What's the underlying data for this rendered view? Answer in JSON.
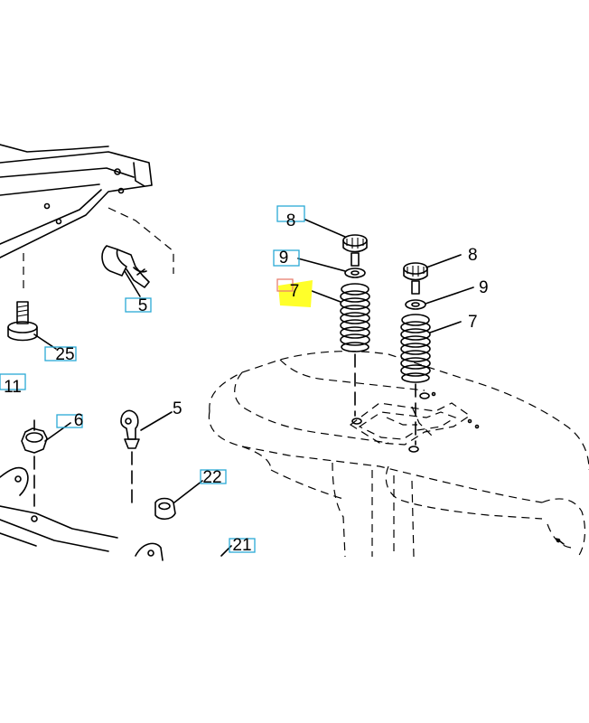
{
  "callouts": [
    {
      "id": "c8a",
      "text": "8",
      "boxed": true
    },
    {
      "id": "c9a",
      "text": "9",
      "boxed": true
    },
    {
      "id": "c7a",
      "text": "7",
      "boxed": true,
      "highlighted": true
    },
    {
      "id": "c8b",
      "text": "8",
      "boxed": false
    },
    {
      "id": "c9b",
      "text": "9",
      "boxed": false
    },
    {
      "id": "c7b",
      "text": "7",
      "boxed": false
    },
    {
      "id": "c5a",
      "text": "5",
      "boxed": true
    },
    {
      "id": "c25",
      "text": "25",
      "boxed": true
    },
    {
      "id": "c11",
      "text": "11",
      "boxed": true
    },
    {
      "id": "c6",
      "text": "6",
      "boxed": true
    },
    {
      "id": "c5b",
      "text": "5",
      "boxed": false
    },
    {
      "id": "c22",
      "text": "22",
      "boxed": true
    },
    {
      "id": "c21",
      "text": "21",
      "boxed": true
    }
  ],
  "colors": {
    "line": "#000000",
    "callout_box": "#2aa9d6",
    "selected_box": "#e88070",
    "highlight": "#ffff2a",
    "background": "#ffffff"
  }
}
